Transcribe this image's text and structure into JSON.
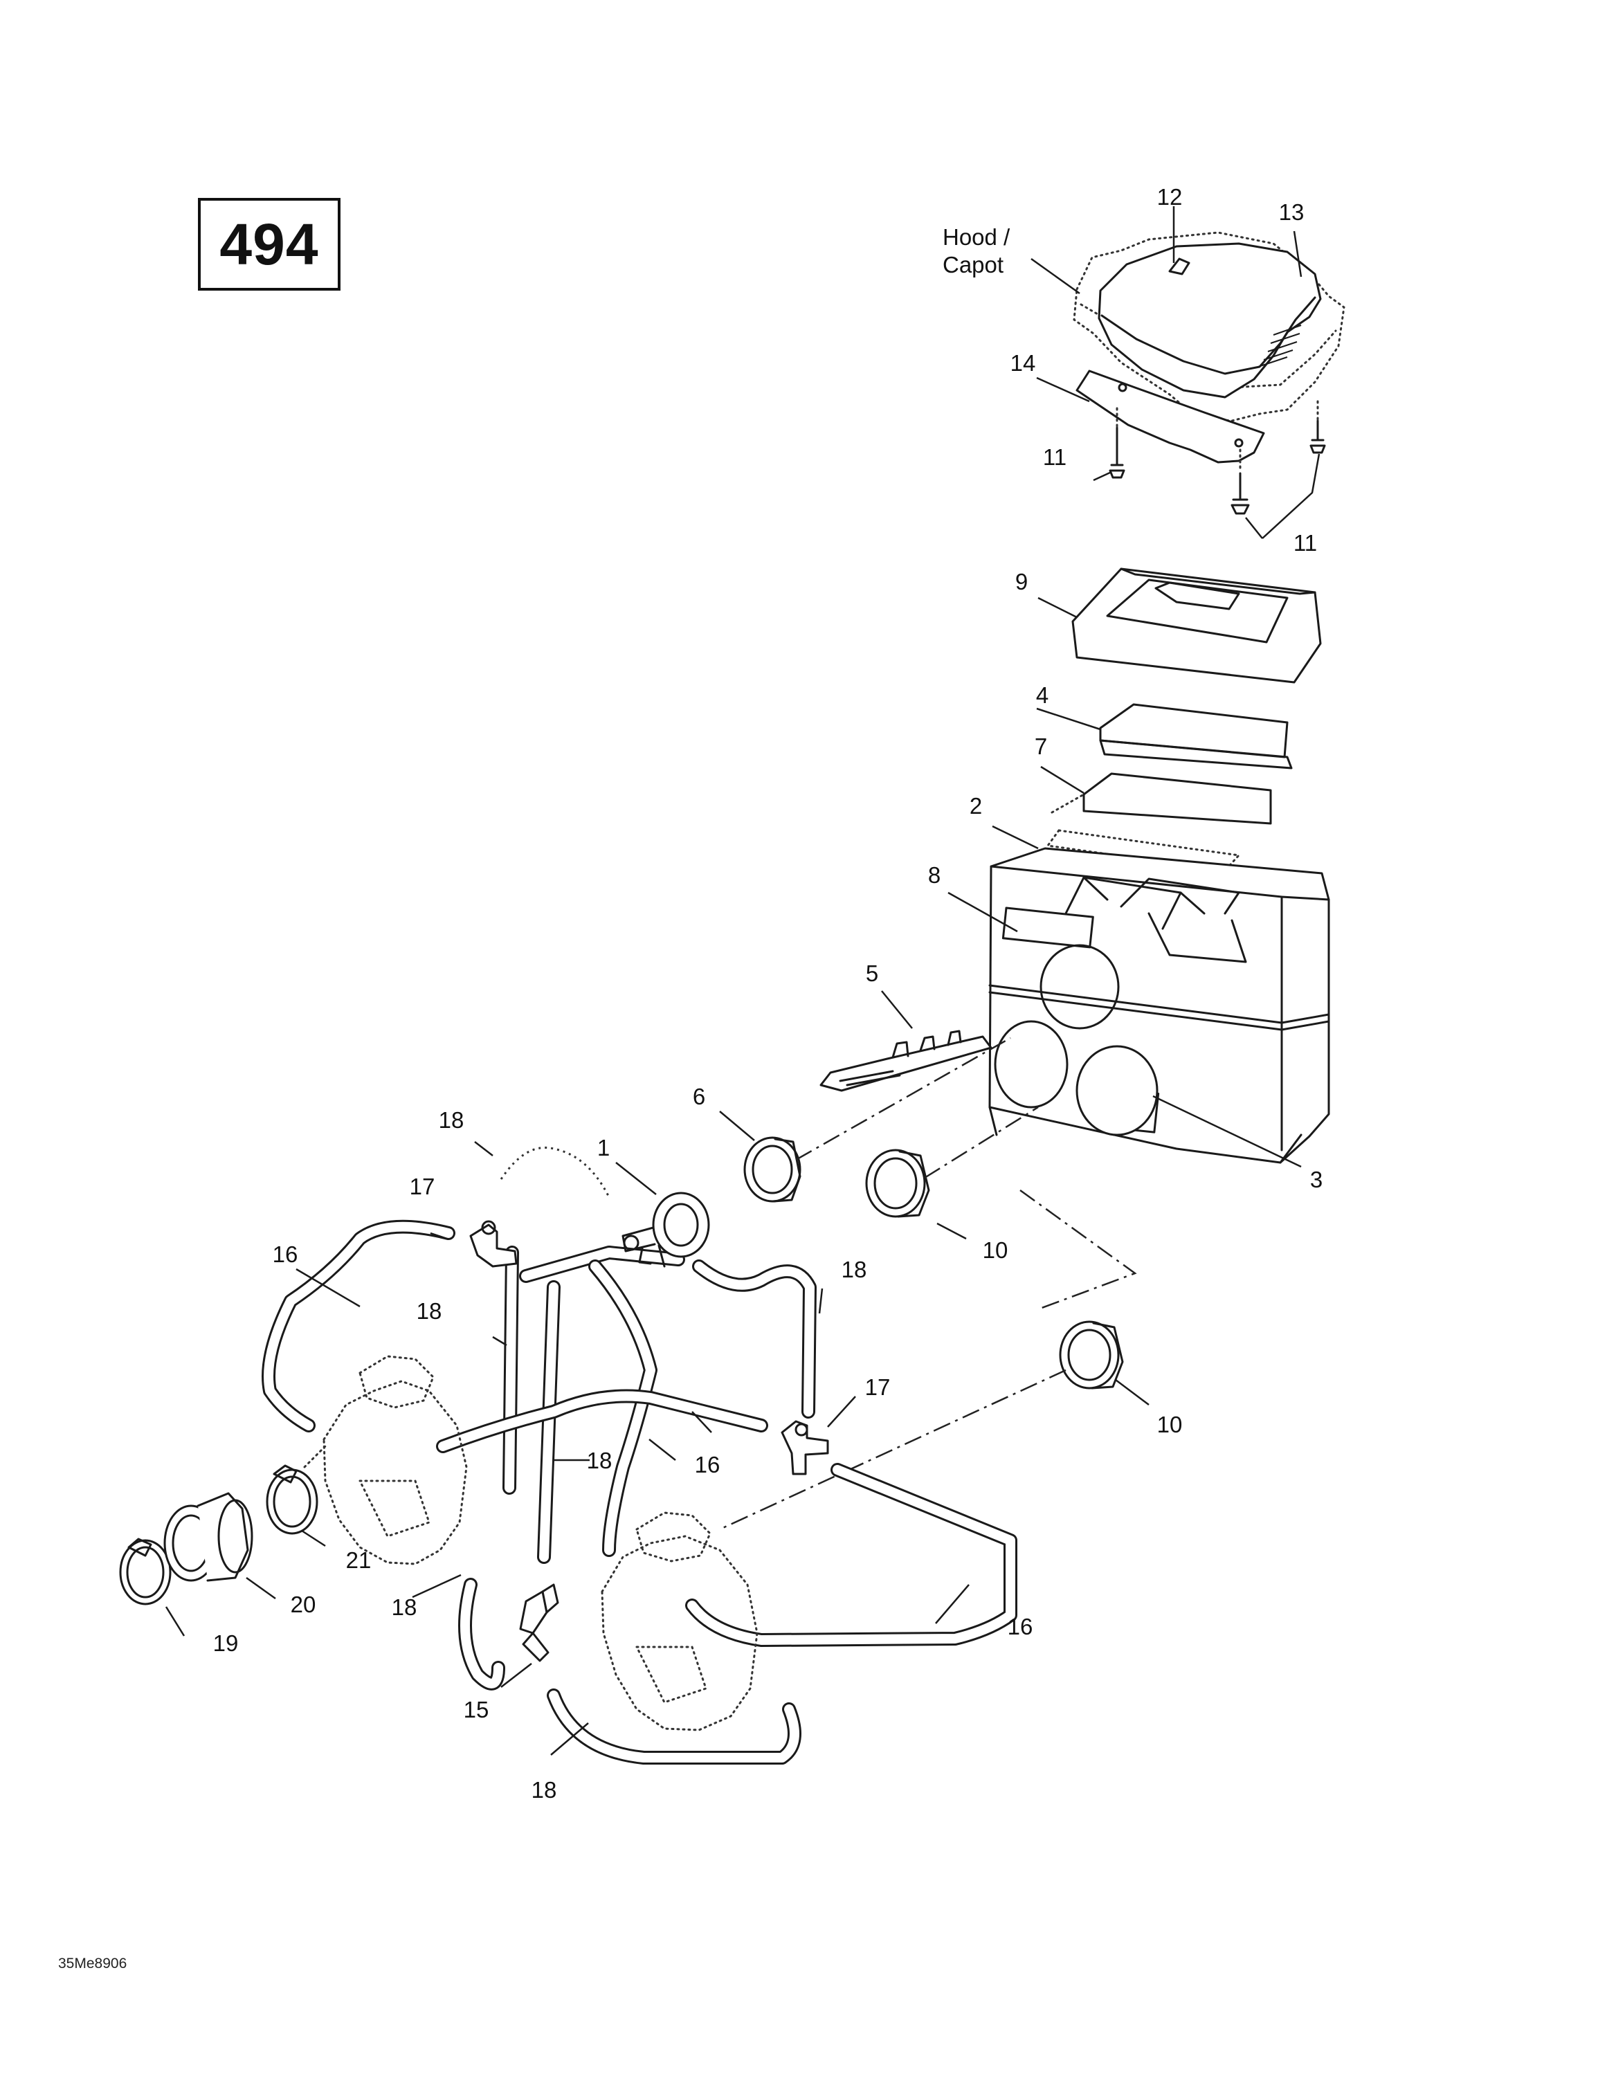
{
  "page_number": "494",
  "drawing_code": "35Me8906",
  "hood_label": [
    "Hood /",
    "Capot"
  ],
  "callouts": [
    "1",
    "2",
    "3",
    "4",
    "5",
    "6",
    "7",
    "8",
    "9",
    "10",
    "10",
    "11",
    "11",
    "12",
    "13",
    "14",
    "15",
    "16",
    "16",
    "16",
    "17",
    "17",
    "18",
    "18",
    "18",
    "18",
    "18",
    "18",
    "19",
    "20",
    "21"
  ]
}
